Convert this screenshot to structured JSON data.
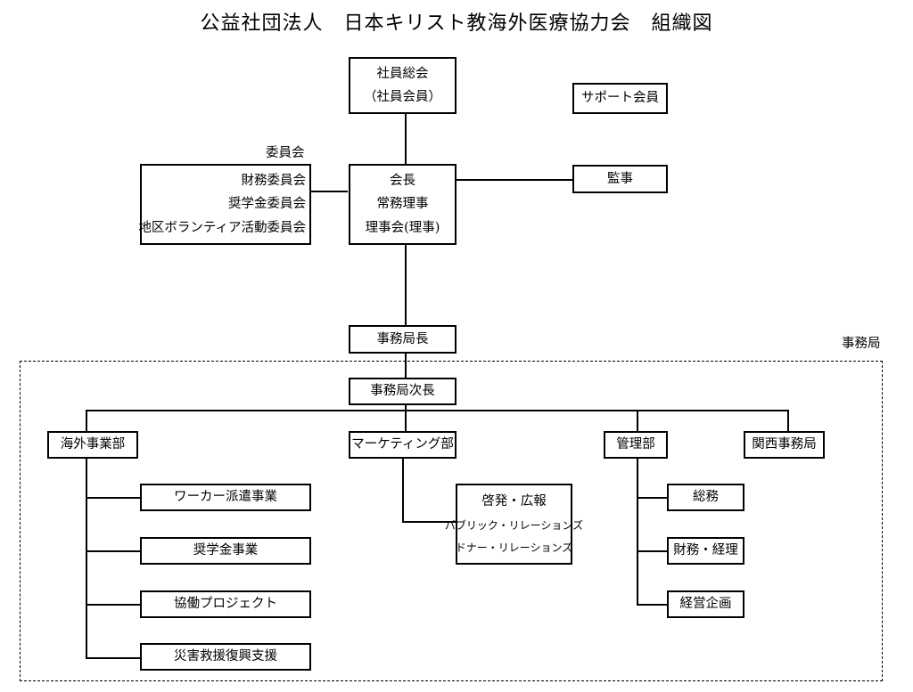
{
  "title": "公益社団法人　日本キリスト教海外医療協力会　組織図",
  "nodes": {
    "general_assembly": [
      "社員総会",
      "（社員会員）"
    ],
    "support_members": [
      "サポート会員"
    ],
    "committees_label": "委員会",
    "committees": [
      "財務委員会",
      "奨学金委員会",
      "地区ボランティア活動委員会"
    ],
    "president": [
      "会長",
      "常務理事",
      "理事会(理事)"
    ],
    "auditor": [
      "監事"
    ],
    "secretary_general": [
      "事務局長"
    ],
    "secretariat_label": "事務局",
    "deputy_secretary_general": [
      "事務局次長"
    ],
    "overseas_dept": [
      "海外事業部"
    ],
    "marketing_dept": [
      "マーケティング部"
    ],
    "admin_dept": [
      "管理部"
    ],
    "kansai_office": [
      "関西事務局"
    ],
    "worker_dispatch": [
      "ワーカー派遣事業"
    ],
    "scholarship": [
      "奨学金事業"
    ],
    "collaboration": [
      "協働プロジェクト"
    ],
    "disaster_relief": [
      "災害救援復興支援"
    ],
    "pr": [
      "啓発・広報",
      "パブリック・リレーションズ",
      "ドナー・リレーションズ"
    ],
    "general_affairs": [
      "総務"
    ],
    "finance_accounting": [
      "財務・経理"
    ],
    "management_planning": [
      "経営企画"
    ]
  }
}
